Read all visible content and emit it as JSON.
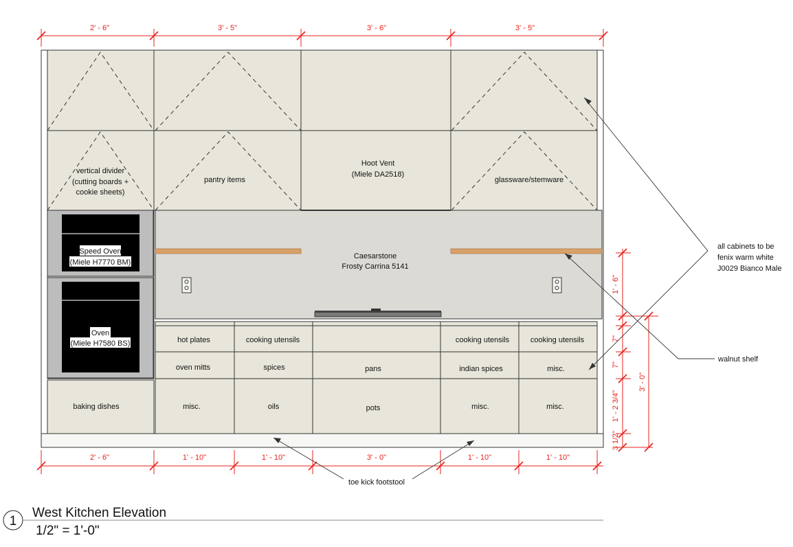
{
  "drawing": {
    "number": "1",
    "title": "West Kitchen Elevation",
    "scale": "1/2\" = 1'-0\""
  },
  "colors": {
    "cabinet": "#e8e6da",
    "backsplash": "#dcdad4",
    "appliance": "#c9c9c9",
    "shelf": "#d9a06a",
    "dimension": "#e8201b"
  },
  "dimensions": {
    "top": [
      "2' - 6\"",
      "3' - 5\"",
      "3' - 6\"",
      "3' - 5\""
    ],
    "bottom": [
      "2' - 6\"",
      "1' - 10\"",
      "1' - 10\"",
      "3' - 0\"",
      "1' - 10\"",
      "1' - 10\""
    ],
    "right_inner": [
      "1' - 6\"",
      "7\"",
      "7\"",
      "1' - 2 3/4\"",
      "3 1/2\""
    ],
    "right_outer": "3' - 0\""
  },
  "labels": {
    "vertical_divider": [
      "vertical divider",
      "(cutting boards +",
      "cookie sheets)"
    ],
    "pantry": "pantry items",
    "hood": [
      "Hoot Vent",
      "(Miele DA2518)"
    ],
    "glassware": "glassware/stemware",
    "speed_oven": [
      "Speed Oven",
      "(Miele H7770 BM)"
    ],
    "oven": [
      "Oven",
      "(Miele H7580 BS)"
    ],
    "caesarstone": [
      "Caesarstone",
      "Frosty Carrina 5141"
    ],
    "baking": "baking dishes",
    "drawers": {
      "hot_plates": "hot plates",
      "cooking_utensils": "cooking utensils",
      "oven_mitts": "oven mitts",
      "spices": "spices",
      "pans": "pans",
      "indian_spices": "indian spices",
      "misc": "misc.",
      "oils": "oils",
      "pots": "pots"
    }
  },
  "notes": {
    "cabinets": [
      "all cabinets to be",
      "fenix warm white",
      "J0029 Bianco Male"
    ],
    "walnut": "walnut shelf",
    "toe_kick": "toe kick footstool"
  }
}
